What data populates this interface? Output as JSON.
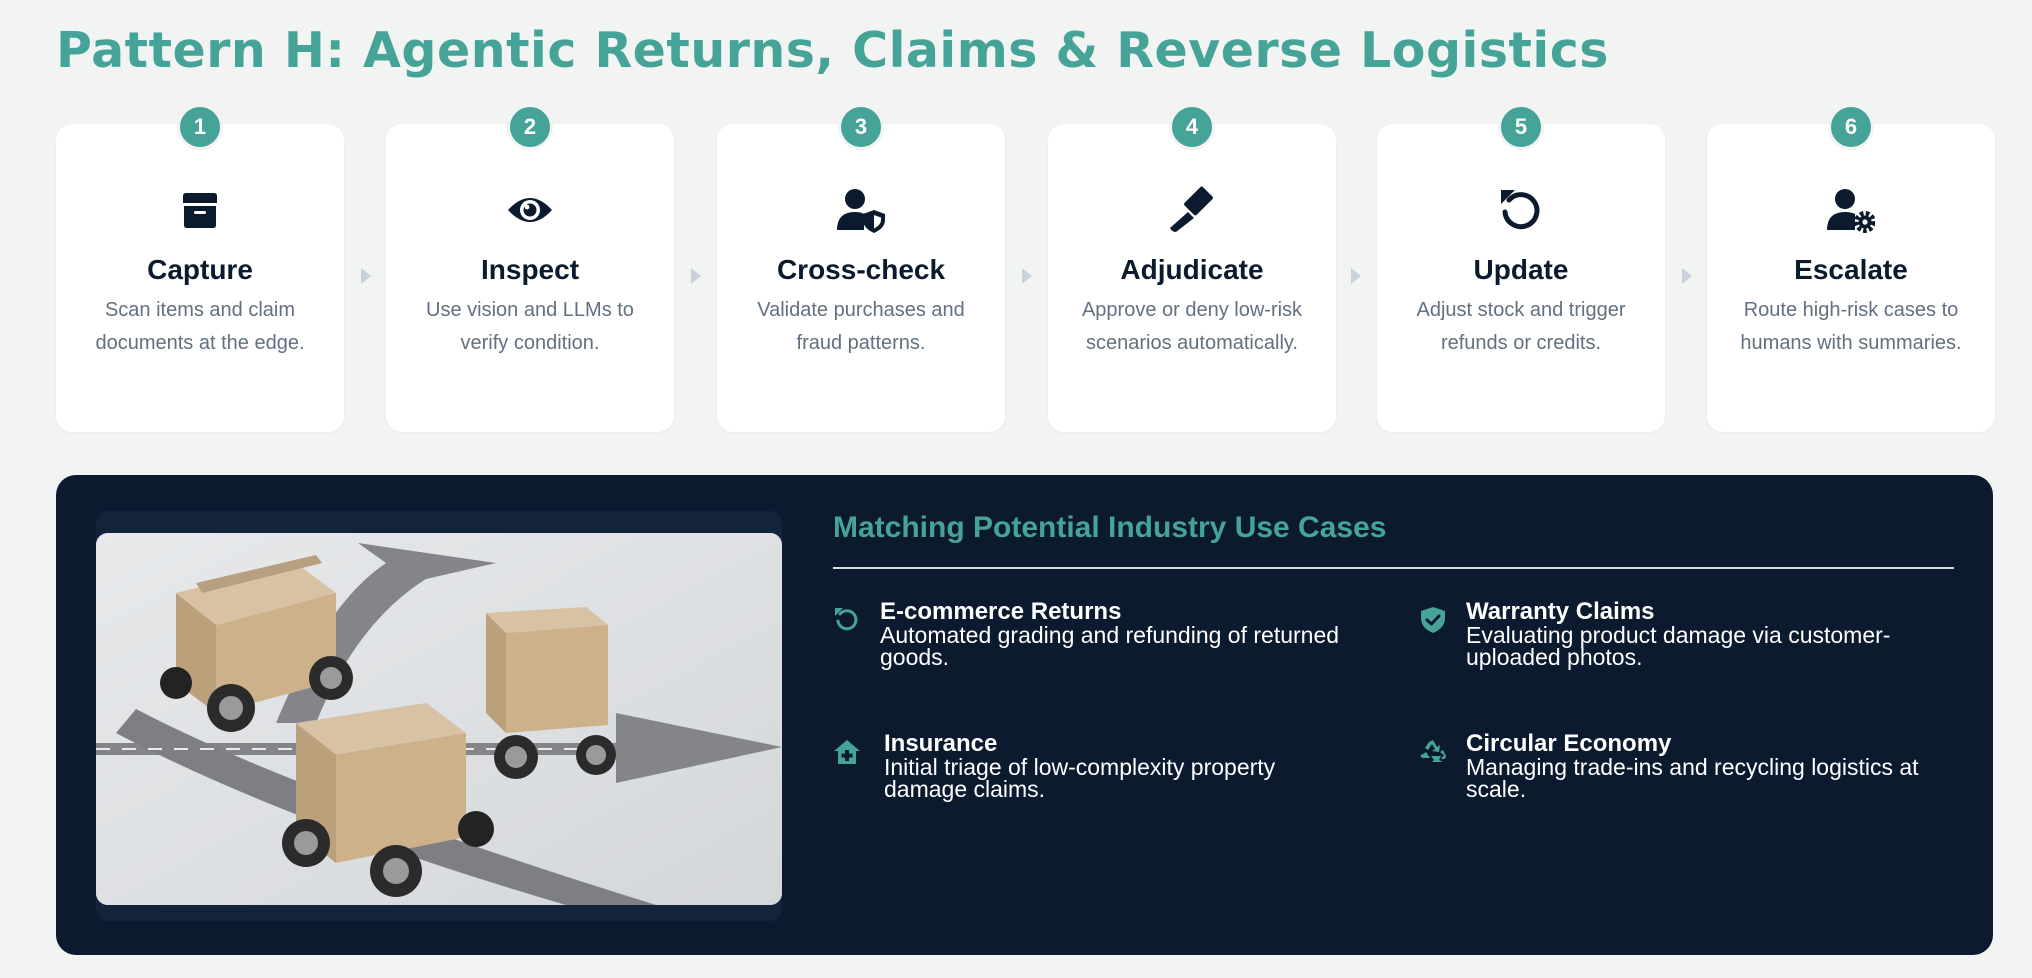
{
  "title": "Pattern H: Agentic Returns, Claims & Reverse Logistics",
  "steps": [
    {
      "number": "1",
      "title": "Capture",
      "description": "Scan items and claim documents at the edge.",
      "icon": "box-icon"
    },
    {
      "number": "2",
      "title": "Inspect",
      "description": "Use vision and LLMs to verify condition.",
      "icon": "eye-icon"
    },
    {
      "number": "3",
      "title": "Cross-check",
      "description": "Validate purchases and fraud patterns.",
      "icon": "user-shield-icon"
    },
    {
      "number": "4",
      "title": "Adjudicate",
      "description": "Approve or deny low-risk scenarios automatically.",
      "icon": "gavel-icon"
    },
    {
      "number": "5",
      "title": "Update",
      "description": "Adjust stock and trigger refunds or credits.",
      "icon": "rotate-left-icon"
    },
    {
      "number": "6",
      "title": "Escalate",
      "description": "Route high-risk cases to humans with summaries.",
      "icon": "user-gear-icon"
    }
  ],
  "use_cases": {
    "heading": "Matching Potential Industry Use Cases",
    "items": [
      {
        "title": "E-commerce Returns",
        "description": " Automated grading and refunding of returned goods.",
        "icon": "rotate-left-icon"
      },
      {
        "title": "Warranty Claims",
        "description": " Evaluating product damage via customer-uploaded photos.",
        "icon": "shield-check-icon"
      },
      {
        "title": "Insurance",
        "description": " Initial triage of low-complexity property damage claims.",
        "icon": "house-medical-icon"
      },
      {
        "title": "Circular Economy",
        "description": " Managing trade-ins and recycling logistics at scale.",
        "icon": "recycle-icon"
      }
    ]
  },
  "colors": {
    "accent": "#46a397",
    "navy": "#0b1a2f",
    "card": "#ffffff",
    "muted_text": "#627080",
    "background": "#f2f4f3"
  }
}
